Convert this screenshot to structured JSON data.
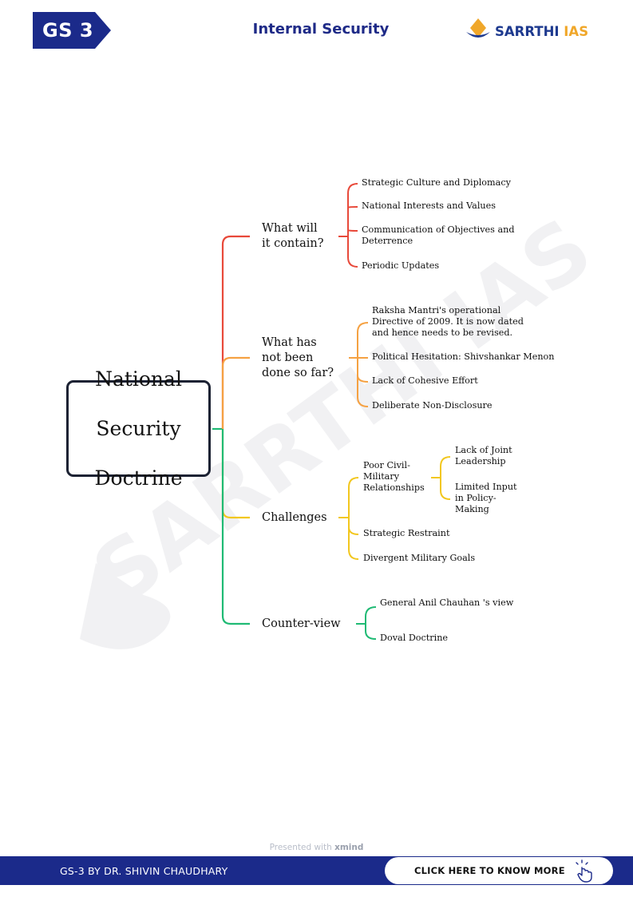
{
  "header": {
    "badge": "GS 3",
    "title": "Internal Security",
    "brand_name": "SARRTHI",
    "brand_accent": "IAS"
  },
  "colors": {
    "navy": "#1b2a8a",
    "red": "#e8493a",
    "orange": "#f5a142",
    "yellow": "#f2c71f",
    "green": "#1fba74",
    "gold": "#f0a72a"
  },
  "watermark": "SARRTHI IAS",
  "mindmap": {
    "central": [
      "National",
      "Security",
      "Doctrine"
    ],
    "branches": [
      {
        "label": [
          "What will",
          "it contain?"
        ],
        "items": [
          [
            "Strategic Culture and Diplomacy"
          ],
          [
            "National Interests and Values"
          ],
          [
            "Communication of Objectives and",
            "Deterrence"
          ],
          [
            "Periodic Updates"
          ]
        ]
      },
      {
        "label": [
          "What has",
          "not been",
          "done so far?"
        ],
        "items": [
          [
            "Raksha Mantri's operational",
            "Directive of 2009. It is now dated",
            "and hence needs to be revised."
          ],
          [
            "Political Hesitation: Shivshankar Menon"
          ],
          [
            "Lack of Cohesive Effort"
          ],
          [
            "Deliberate Non-Disclosure"
          ]
        ]
      },
      {
        "label": [
          "Challenges"
        ],
        "items": [
          [
            "Poor Civil-",
            "Military",
            "Relationships"
          ],
          [
            "Strategic Restraint"
          ],
          [
            "Divergent Military Goals"
          ]
        ],
        "sub_items": [
          [
            "Lack of Joint",
            "Leadership"
          ],
          [
            "Limited Input",
            "in Policy-",
            "Making"
          ]
        ]
      },
      {
        "label": [
          "Counter-view"
        ],
        "items": [
          [
            "General Anil Chauhan 's view"
          ],
          [
            "Doval Doctrine"
          ]
        ]
      }
    ]
  },
  "footer": {
    "presented_prefix": "Presented with",
    "presented_brand": "xmind",
    "left_text": "GS-3 BY DR. SHIVIN CHAUDHARY",
    "cta": "CLICK HERE TO KNOW MORE"
  }
}
